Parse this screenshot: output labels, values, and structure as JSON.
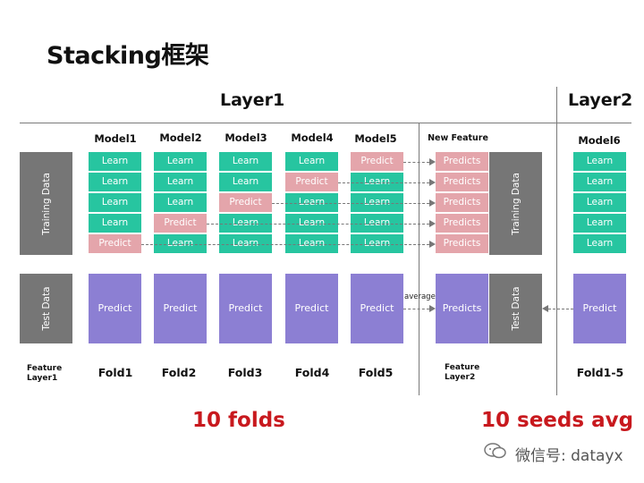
{
  "title": "Stacking框架",
  "layer1_title": "Layer1",
  "layer2_title": "Layer2",
  "models": [
    "Model1",
    "Model2",
    "Model3",
    "Model4",
    "Model5"
  ],
  "new_feature_label": "New Feature",
  "model6_label": "Model6",
  "learn_label": "Learn",
  "predict_label": "Predict",
  "predicts_label": "Predicts",
  "training_data_label": "Training Data",
  "test_data_label": "Test Data",
  "average_label": "average",
  "feature_layer1": [
    "Feature",
    "Layer1"
  ],
  "feature_layer2": [
    "Feature",
    "Layer2"
  ],
  "folds": [
    "Fold1",
    "Fold2",
    "Fold3",
    "Fold4",
    "Fold5"
  ],
  "fold_all": "Fold1-5",
  "ten_folds": "10 folds",
  "ten_seeds": "10 seeds avg",
  "watermark": "微信号: datayx",
  "colors": {
    "learn": "#27c5a0",
    "predict": "#e4a5ab",
    "test_predict": "#8c7fd3",
    "data_block": "#767676",
    "highlight": "#c8191e"
  }
}
